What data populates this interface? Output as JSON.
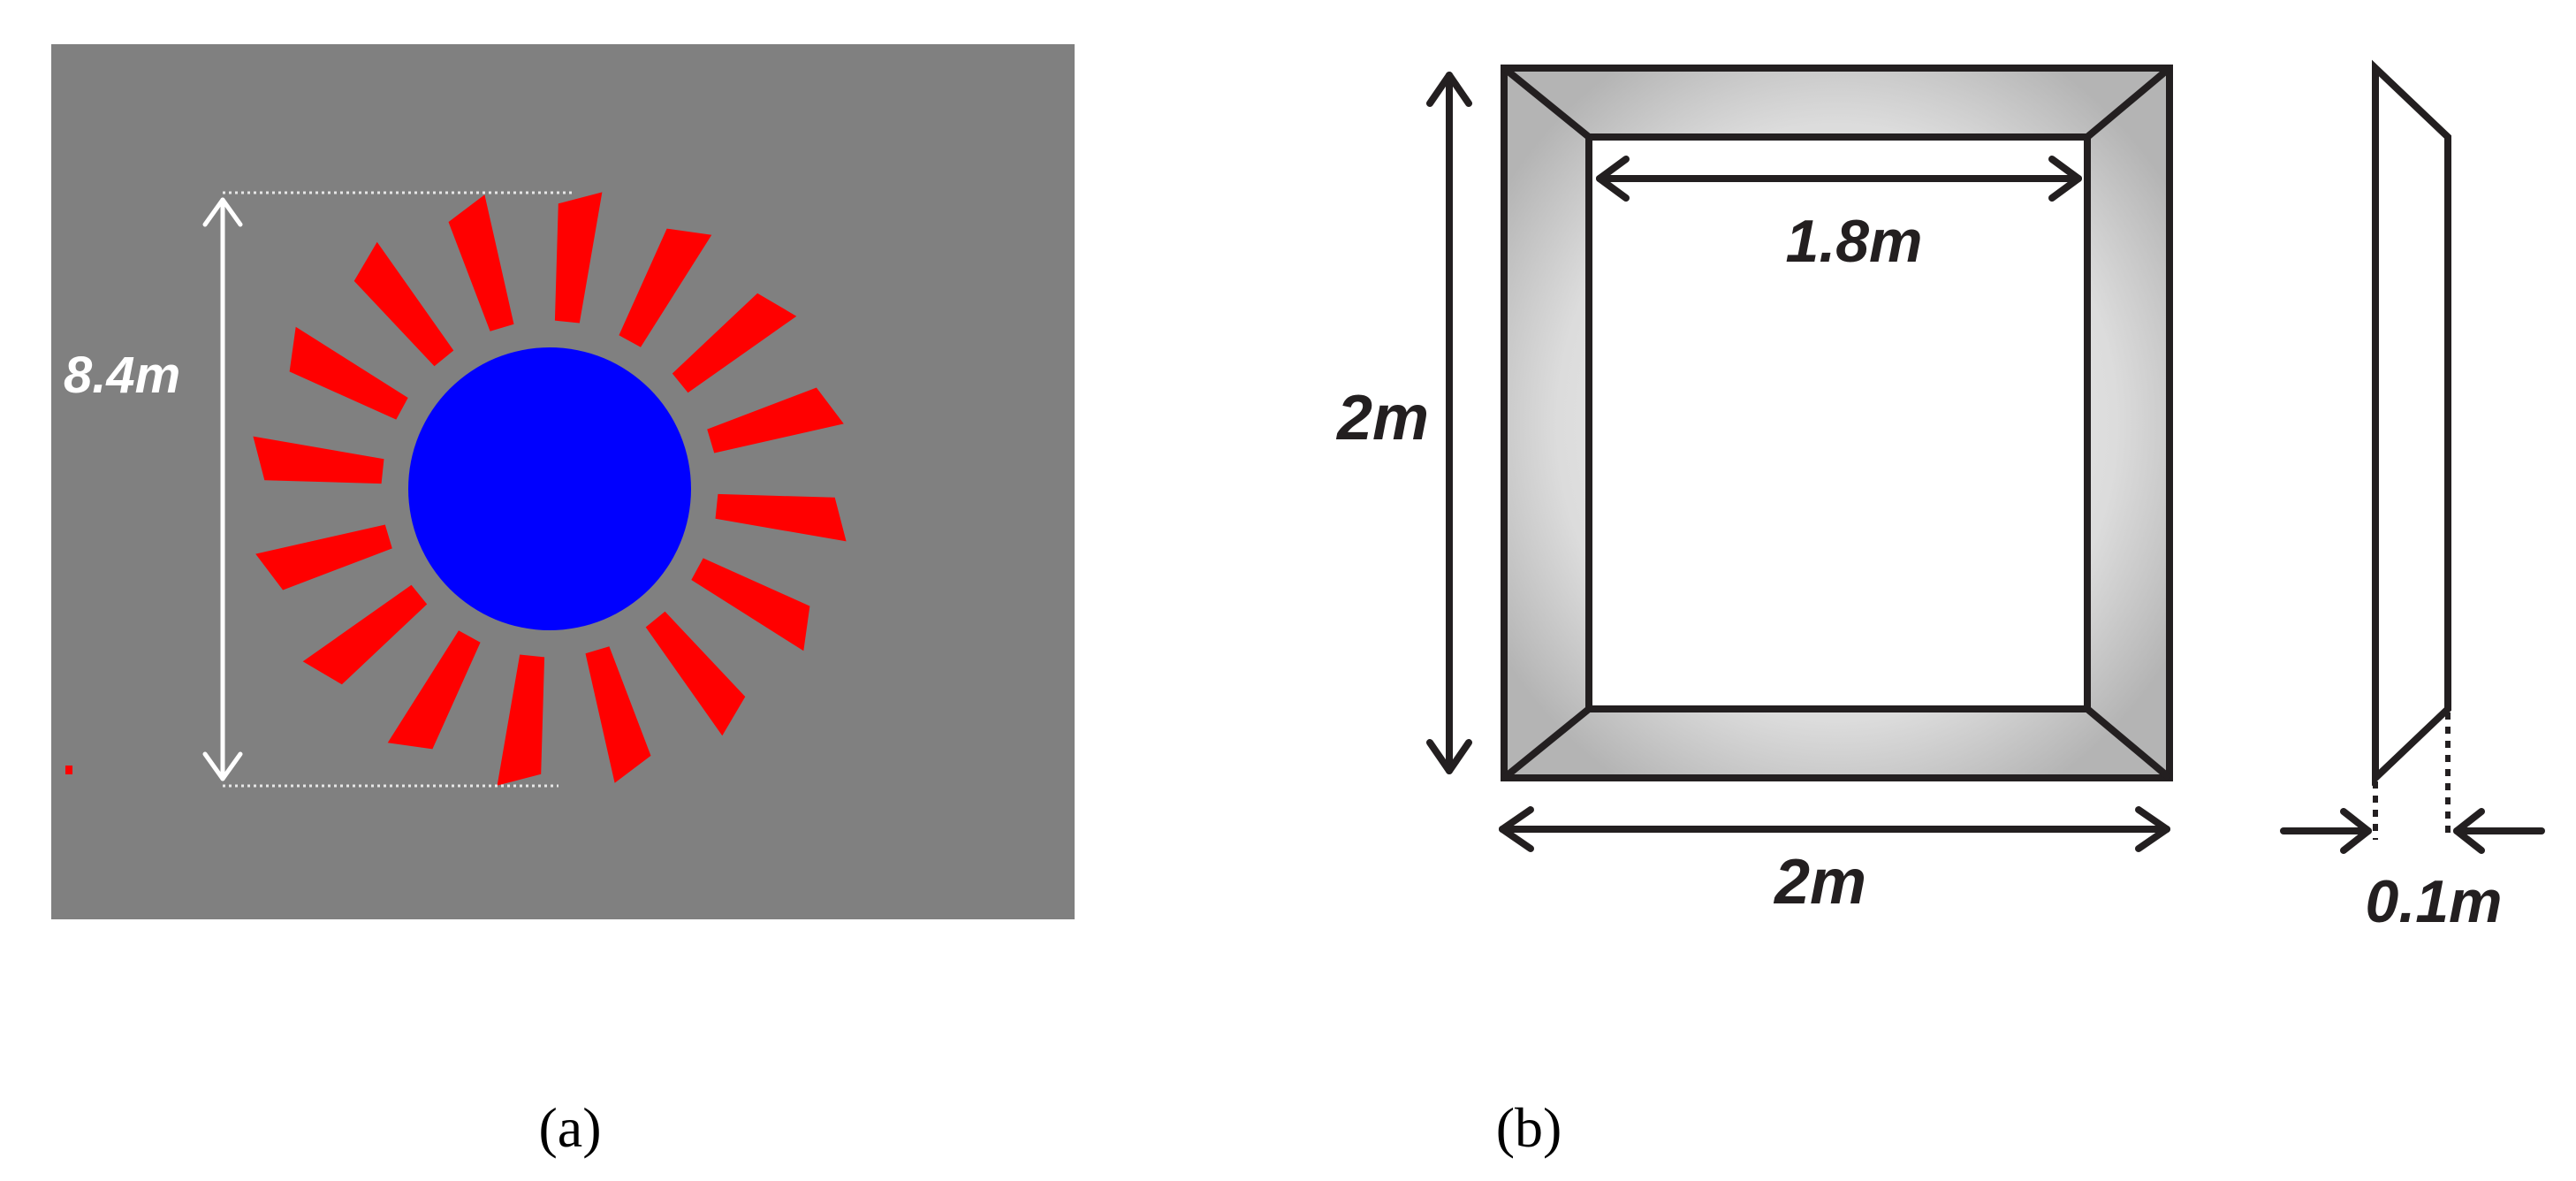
{
  "panel_a": {
    "dimension_label": "8.4m",
    "caption": "(a)",
    "colors": {
      "background": "#808080",
      "center_disk": "#0000ff",
      "blades": "#ff0000",
      "dimension": "#ffffff"
    }
  },
  "panel_b": {
    "inner_width_label": "1.8m",
    "height_label": "2m",
    "width_label": "2m",
    "thickness_label": "0.1m",
    "caption": "(b)",
    "colors": {
      "outline": "#231f20",
      "frame_fill": "#d0d0d0"
    }
  }
}
